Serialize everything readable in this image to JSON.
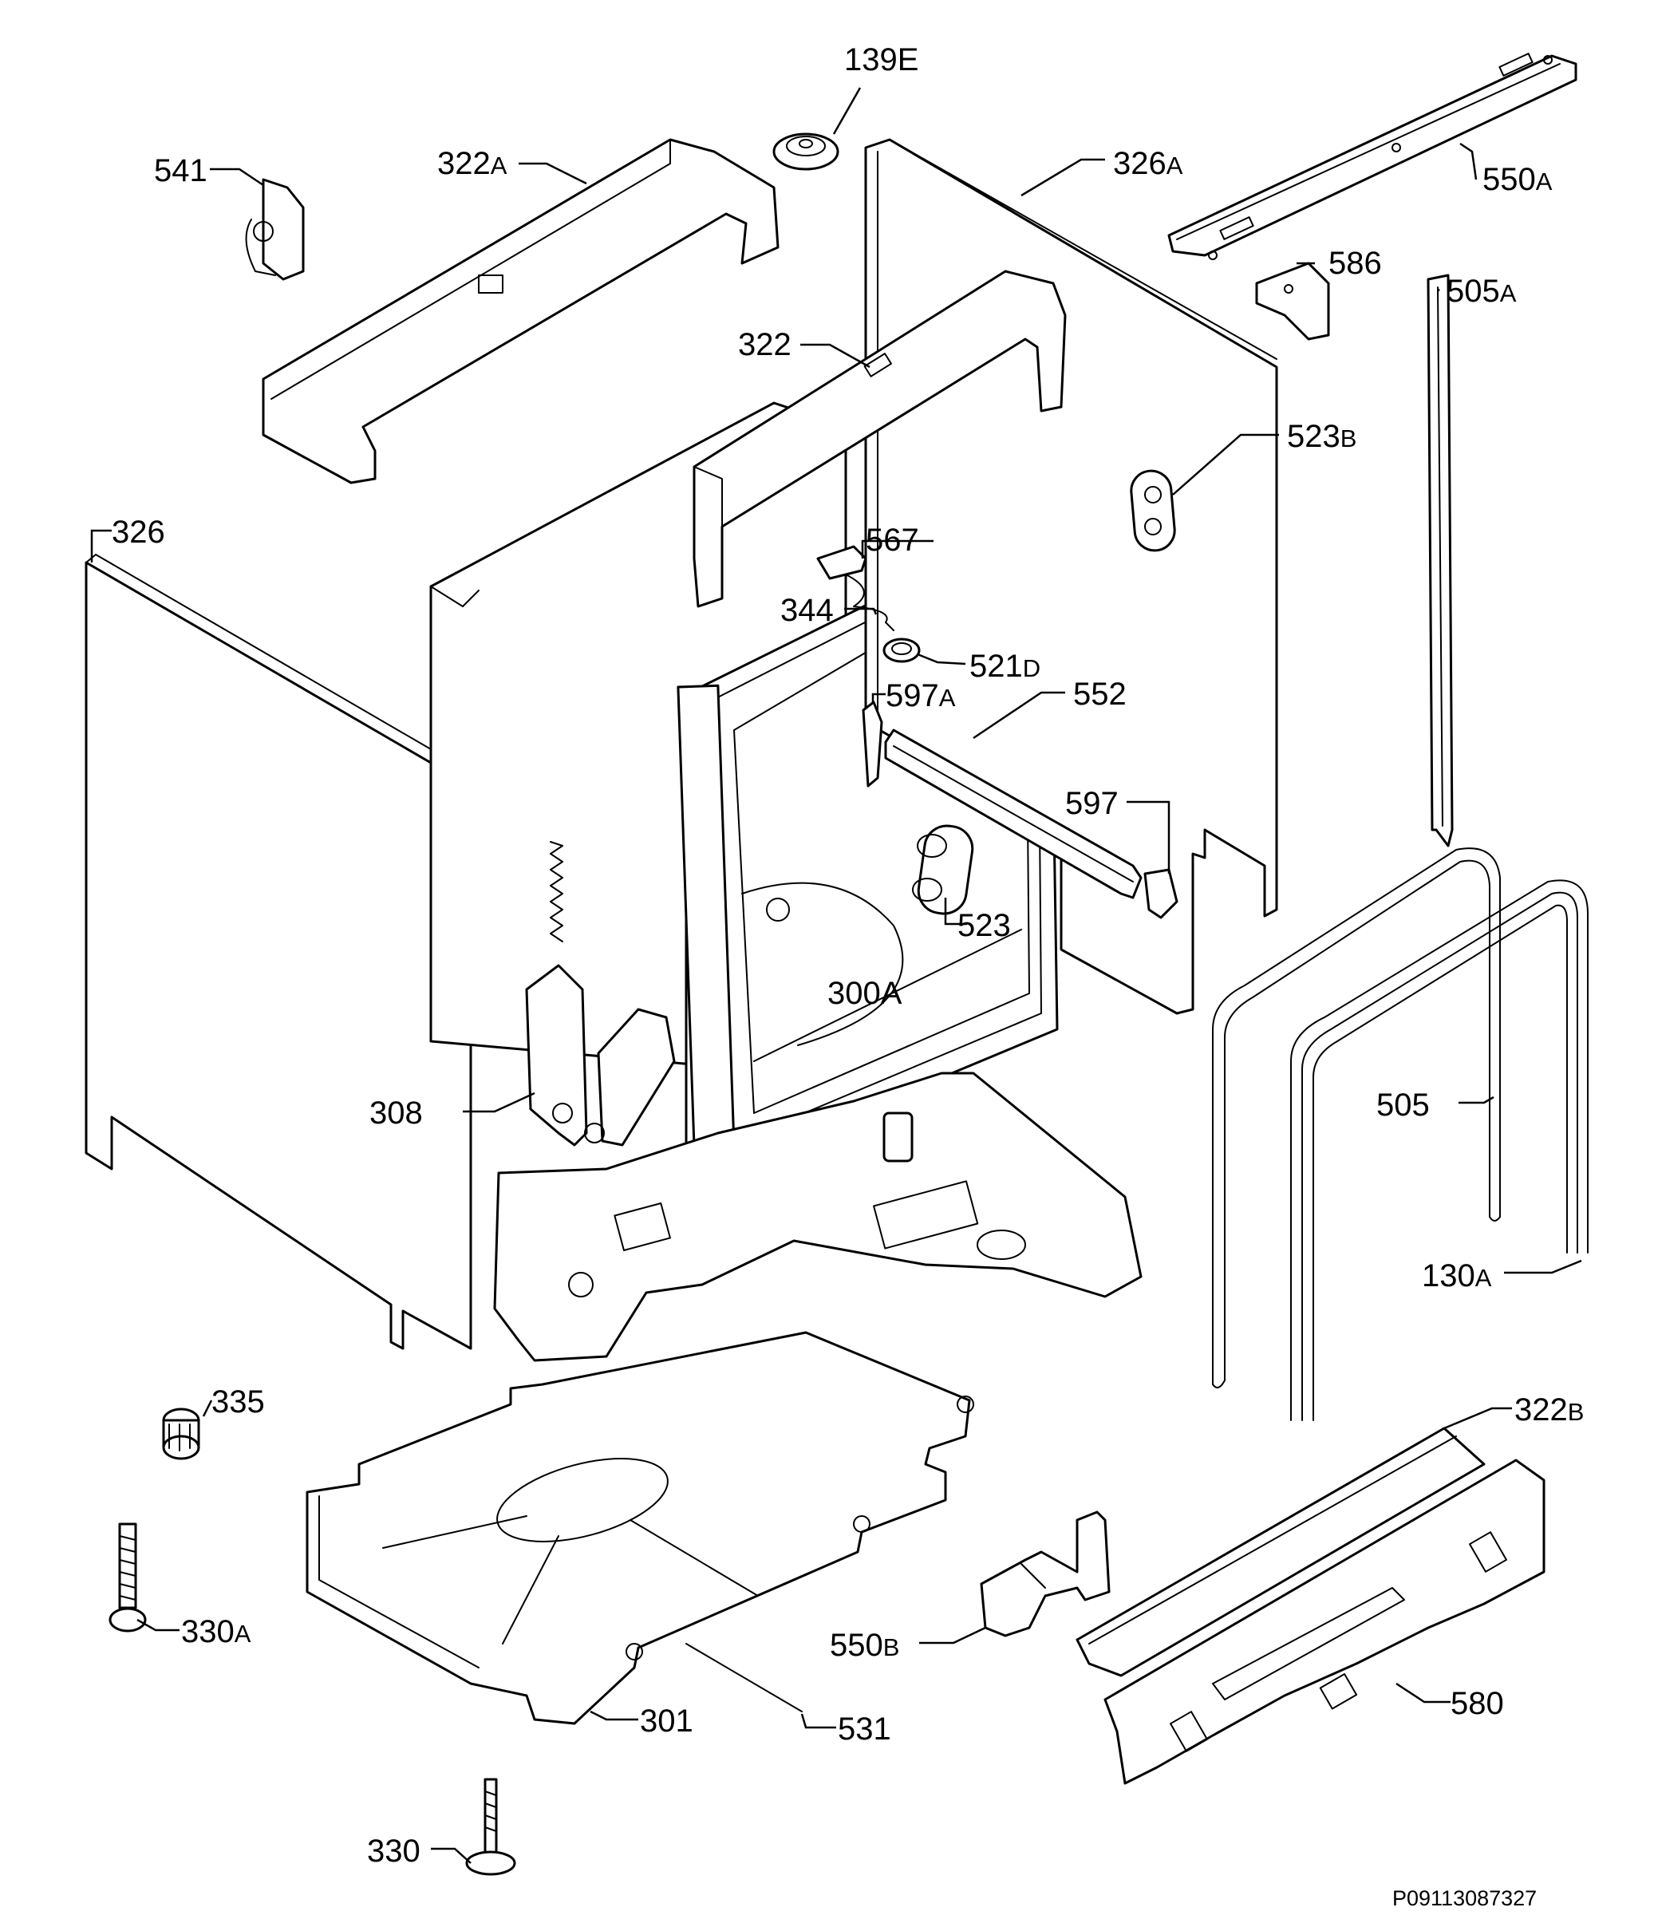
{
  "labels": [
    {
      "id": "139E",
      "num": "139E",
      "suf": ""
    },
    {
      "id": "541",
      "num": "541",
      "suf": ""
    },
    {
      "id": "322A",
      "num": "322",
      "suf": "A"
    },
    {
      "id": "326A",
      "num": "326",
      "suf": "A"
    },
    {
      "id": "550A",
      "num": "550",
      "suf": "A"
    },
    {
      "id": "586",
      "num": "586",
      "suf": ""
    },
    {
      "id": "505A",
      "num": "505",
      "suf": "A"
    },
    {
      "id": "322",
      "num": "322",
      "suf": ""
    },
    {
      "id": "523B",
      "num": "523",
      "suf": "B"
    },
    {
      "id": "326",
      "num": "326",
      "suf": ""
    },
    {
      "id": "567",
      "num": "567",
      "suf": ""
    },
    {
      "id": "344",
      "num": "344",
      "suf": ""
    },
    {
      "id": "521D",
      "num": "521",
      "suf": "D"
    },
    {
      "id": "597A",
      "num": "597",
      "suf": "A"
    },
    {
      "id": "552",
      "num": "552",
      "suf": ""
    },
    {
      "id": "597",
      "num": "597",
      "suf": ""
    },
    {
      "id": "523",
      "num": "523",
      "suf": ""
    },
    {
      "id": "300A",
      "num": "300A",
      "suf": ""
    },
    {
      "id": "308",
      "num": "308",
      "suf": ""
    },
    {
      "id": "505",
      "num": "505",
      "suf": ""
    },
    {
      "id": "130A",
      "num": "130",
      "suf": "A"
    },
    {
      "id": "335",
      "num": "335",
      "suf": ""
    },
    {
      "id": "322B",
      "num": "322",
      "suf": "B"
    },
    {
      "id": "330A",
      "num": "330",
      "suf": "A"
    },
    {
      "id": "550B",
      "num": "550",
      "suf": "B"
    },
    {
      "id": "580",
      "num": "580",
      "suf": ""
    },
    {
      "id": "301",
      "num": "301",
      "suf": ""
    },
    {
      "id": "531",
      "num": "531",
      "suf": ""
    },
    {
      "id": "330",
      "num": "330",
      "suf": ""
    }
  ],
  "document_id": "P09113087327"
}
